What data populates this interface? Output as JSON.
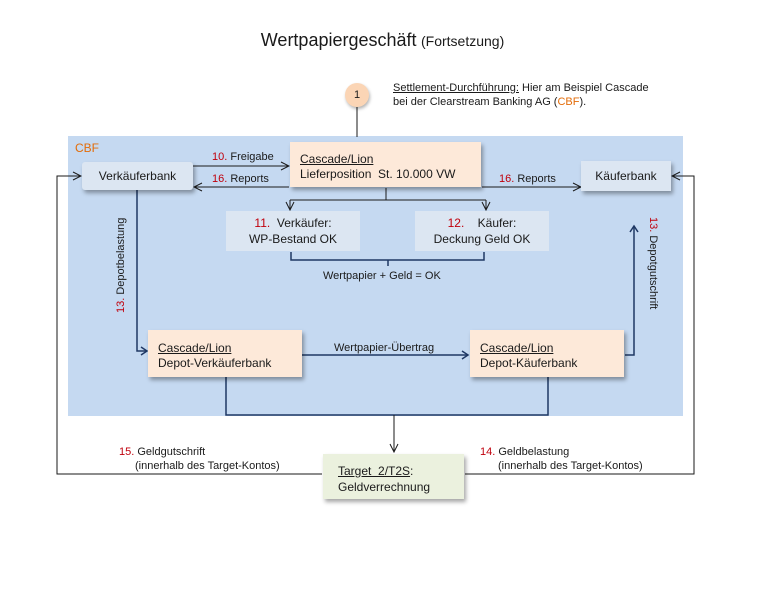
{
  "title": {
    "main": "Wertpapiergeschäft",
    "sub": "(Fortsetzung)"
  },
  "step_marker": "1",
  "note": {
    "heading": "Settlement-Durchführung:",
    "line1_rest": " Hier am Beispiel Cascade",
    "line2_pre": "bei der Clearstream Banking AG (",
    "line2_abbr": "CBF",
    "line2_post": ")."
  },
  "cbf_label": "CBF",
  "nodes": {
    "verkaeuferbank": "Verkäuferbank",
    "kaeuferbank": "Käuferbank",
    "cascade_top": {
      "title": "Cascade/Lion",
      "text": "Lieferposition  St. 10.000 VW"
    },
    "check_seller": {
      "num": "11.",
      "title": "Verkäufer:",
      "text": "WP-Bestand OK"
    },
    "check_buyer": {
      "num": "12.",
      "title": "Käufer:",
      "text": "Deckung Geld OK"
    },
    "depot_seller": {
      "title": "Cascade/Lion",
      "text": "Depot-Verkäuferbank"
    },
    "depot_buyer": {
      "title": "Cascade/Lion",
      "text": "Depot-Käuferbank"
    },
    "target": {
      "title": "Target  2/T2S",
      "colon": ":",
      "text": "Geldverrechnung"
    }
  },
  "edges": {
    "freigabe": {
      "num": "10.",
      "text": " Freigabe"
    },
    "reports_left": {
      "num": "16.",
      "text": " Reports"
    },
    "reports_right": {
      "num": "16.",
      "text": " Reports"
    },
    "combine": "Wertpapier + Geld = OK",
    "depotbelastung": {
      "num": "13.",
      "text": " Depotbelastung"
    },
    "depotgutschrift": {
      "num": "13.",
      "text": " Depotgutschrift"
    },
    "uebertrag": "Wertpapier-Übertrag",
    "geldgutschrift": {
      "num": "15.",
      "text": " Geldgutschrift",
      "sub": "(innerhalb des Target-Kontos)"
    },
    "geldbelastung": {
      "num": "14.",
      "text": " Geldbelastung",
      "sub": "(innerhalb des Target-Kontos)"
    }
  },
  "colors": {
    "cbf_area": "#c5d9f1",
    "accent_orange": "#e36c09",
    "step_red": "#c0000c",
    "peach": "#fde9d9"
  }
}
